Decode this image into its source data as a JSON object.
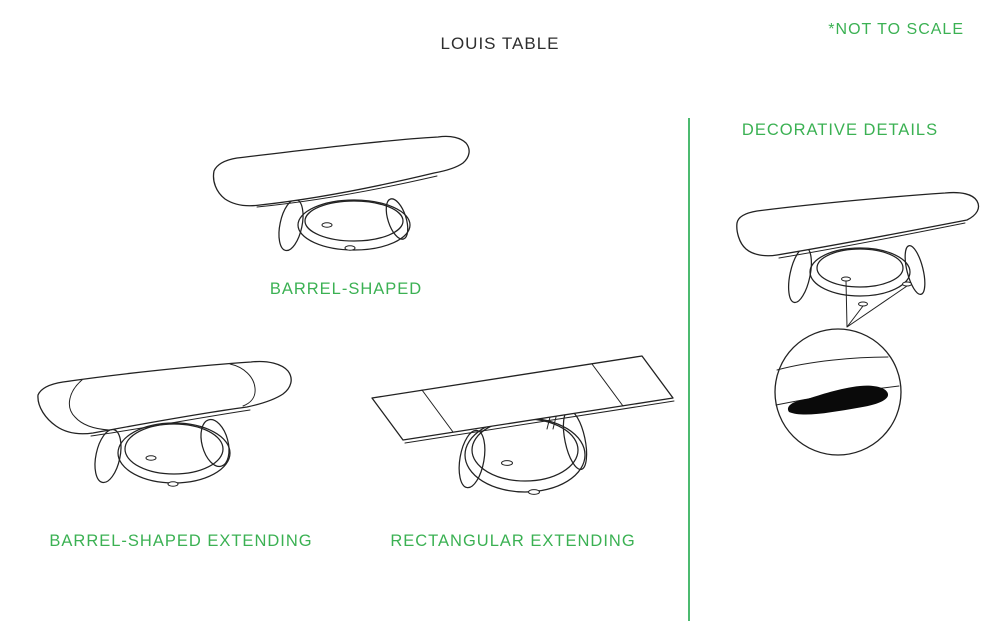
{
  "page": {
    "title": "LOUIS TABLE",
    "scale_note": "*NOT TO SCALE"
  },
  "colors": {
    "accent_green": "#3bb153",
    "divider_green": "#4cba70",
    "drawing_ink": "#222222",
    "title_ink": "#2e2e2e",
    "background": "#ffffff"
  },
  "variants": [
    {
      "label": "BARREL-SHAPED",
      "drawing": "barrel-shaped-table"
    },
    {
      "label": "BARREL-SHAPED EXTENDING",
      "drawing": "barrel-shaped-extending-table"
    },
    {
      "label": "RECTANGULAR EXTENDING",
      "drawing": "rectangular-extending-table"
    }
  ],
  "details_panel": {
    "heading": "DECORATIVE DETAILS",
    "drawing": "table-with-magnified-decorative-detail"
  }
}
